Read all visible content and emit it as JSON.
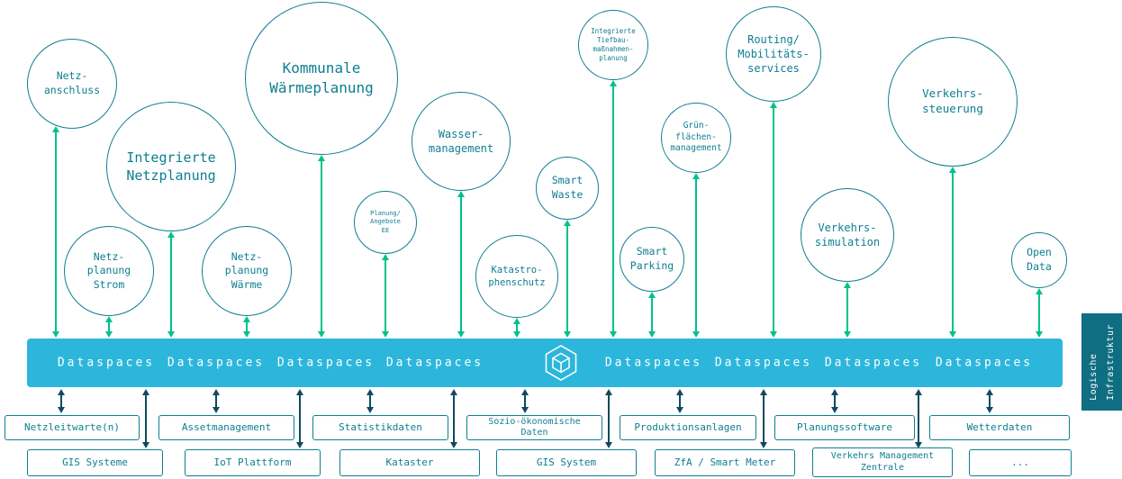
{
  "colors": {
    "teal": "#0e7e92",
    "bar_cyan": "#2cb6dc",
    "arrow_green": "#00c18b",
    "arrow_dark": "#0e4b5e",
    "band_dark": "#0f6e81"
  },
  "bubbles": [
    {
      "label": "Netz-\nanschluss"
    },
    {
      "label": "Integrierte\nNetzplanung"
    },
    {
      "label": "Kommunale\nWärmeplanung"
    },
    {
      "label": "Netz-\nplanung\nStrom"
    },
    {
      "label": "Netz-\nplanung\nWärme"
    },
    {
      "label": "Planung/ Angebote\nEE"
    },
    {
      "label": "Wasser-\nmanagement"
    },
    {
      "label": "Katastro-\nphenschutz"
    },
    {
      "label": "Smart\nWaste"
    },
    {
      "label": "Integrierte\nTiefbau-\nmaßnahmen-planung"
    },
    {
      "label": "Smart\nParking"
    },
    {
      "label": "Grün-\nflächen-\nmanagement"
    },
    {
      "label": "Routing/\nMobilitäts-\nservices"
    },
    {
      "label": "Verkehrs-\nsimulation"
    },
    {
      "label": "Verkehrs-\nsteuerung"
    },
    {
      "label": "Open\nData"
    }
  ],
  "bar": {
    "labels": [
      "Dataspaces",
      "Dataspaces",
      "Dataspaces",
      "Dataspaces",
      "Dataspaces",
      "Dataspaces",
      "Dataspaces",
      "Dataspaces"
    ],
    "logo_icon": "hexagon-cube-logo"
  },
  "systems_row1": [
    {
      "label": "Netzleitwarte(n)"
    },
    {
      "label": "Assetmanagement"
    },
    {
      "label": "Statistikdaten"
    },
    {
      "label": "Sozio-ökonomische\nDaten"
    },
    {
      "label": "Produktionsanlagen"
    },
    {
      "label": "Planungssoftware"
    },
    {
      "label": "Wetterdaten"
    }
  ],
  "systems_row2": [
    {
      "label": "GIS Systeme"
    },
    {
      "label": "IoT Plattform"
    },
    {
      "label": "Kataster"
    },
    {
      "label": "GIS System"
    },
    {
      "label": "ZfA / Smart Meter"
    },
    {
      "label": "Verkehrs Management\nZentrale"
    },
    {
      "label": "..."
    }
  ],
  "sidebar": {
    "label": "Logische\nInfrastruktur"
  }
}
